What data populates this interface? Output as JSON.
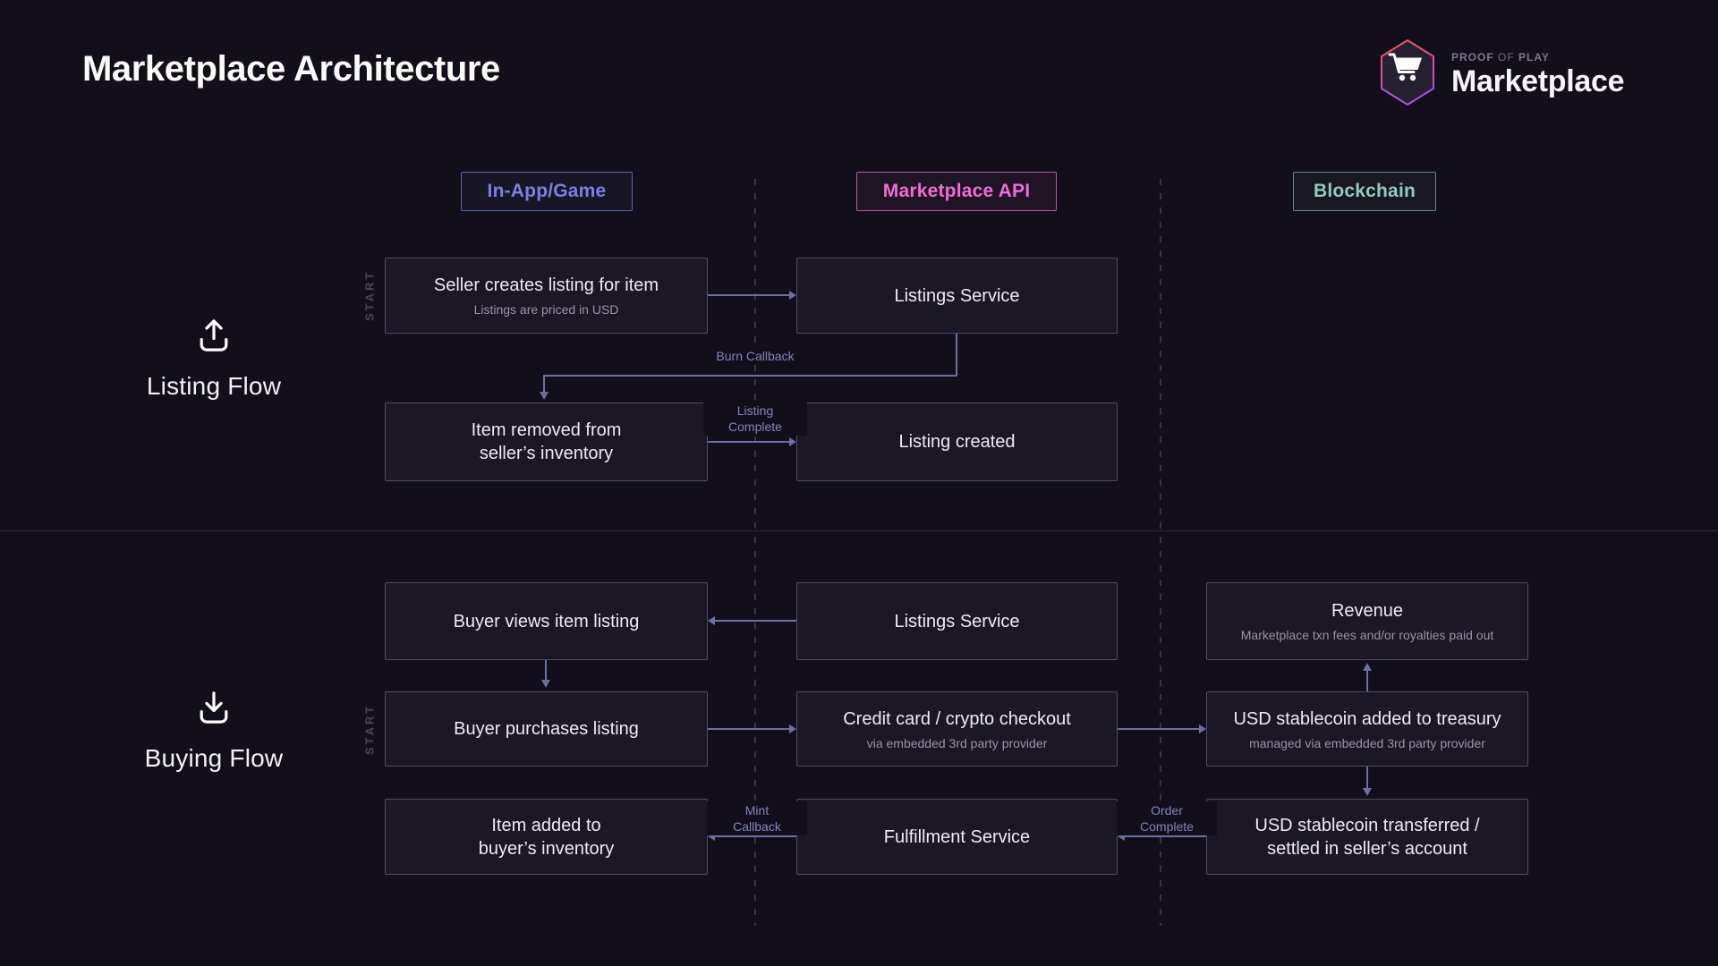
{
  "header": {
    "title": "Marketplace Architecture",
    "logo": {
      "brand": {
        "proof": "PROOF",
        "of": " OF ",
        "play": "PLAY"
      },
      "name": "Marketplace"
    }
  },
  "columns": [
    {
      "label": "In-App/Game",
      "color": "#7b80e2"
    },
    {
      "label": "Marketplace API",
      "color": "#ef6cd9"
    },
    {
      "label": "Blockchain",
      "color": "#92cabe"
    }
  ],
  "flows": {
    "listing": {
      "label": "Listing Flow",
      "start_label": "START",
      "boxes": {
        "seller_creates": {
          "title": "Seller creates listing for item",
          "subtitle": "Listings are priced in USD"
        },
        "listings_service": {
          "title": "Listings Service"
        },
        "item_removed": {
          "title": "Item removed from\nseller’s inventory"
        },
        "listing_created": {
          "title": "Listing created"
        }
      },
      "edge_labels": {
        "burn_callback": "Burn Callback",
        "listing_complete": "Listing\nComplete"
      }
    },
    "buying": {
      "label": "Buying Flow",
      "start_label": "START",
      "boxes": {
        "buyer_views": {
          "title": "Buyer views item listing"
        },
        "listings_service": {
          "title": "Listings Service"
        },
        "revenue": {
          "title": "Revenue",
          "subtitle": "Marketplace txn fees and/or royalties paid out"
        },
        "buyer_purchases": {
          "title": "Buyer purchases listing"
        },
        "checkout": {
          "title": "Credit card / crypto checkout",
          "subtitle": "via embedded 3rd party provider"
        },
        "treasury": {
          "title": "USD stablecoin added to treasury",
          "subtitle": "managed via embedded 3rd party provider"
        },
        "item_added": {
          "title": "Item added to\nbuyer’s inventory"
        },
        "fulfillment": {
          "title": "Fulfillment Service"
        },
        "transferred": {
          "title": "USD stablecoin transferred /\nsettled in seller’s account"
        }
      },
      "edge_labels": {
        "mint_callback": "Mint\nCallback",
        "order_complete": "Order\nComplete"
      }
    }
  },
  "colors": {
    "background": "#130f1a",
    "node_background": "#1b1725",
    "node_border": "#4e4b68",
    "arrow": "#6b6fa3",
    "accent_inapp": "#7b80e2",
    "accent_api": "#ef6cd9",
    "accent_blockchain": "#92cabe",
    "logo_gradient_top": "#ef5a4c",
    "logo_gradient_bottom": "#a94fe0"
  }
}
